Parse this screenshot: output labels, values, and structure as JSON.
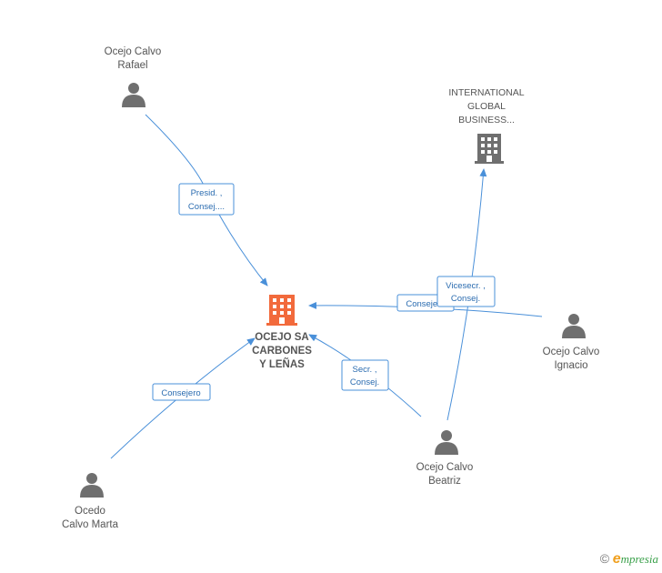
{
  "nodes": {
    "main_company": {
      "lines": [
        "OCEJO SA",
        "CARBONES",
        "Y LEÑAS"
      ],
      "icon": "building-icon",
      "color": "#f26a3c"
    },
    "international": {
      "lines": [
        "INTERNATIONAL",
        "GLOBAL",
        "BUSINESS..."
      ],
      "icon": "building-icon",
      "color": "#6f6f6f"
    },
    "rafael": {
      "lines": [
        "Ocejo Calvo",
        "Rafael"
      ],
      "icon": "person-icon"
    },
    "ignacio": {
      "lines": [
        "Ocejo Calvo",
        "Ignacio"
      ],
      "icon": "person-icon"
    },
    "beatriz": {
      "lines": [
        "Ocejo Calvo",
        "Beatriz"
      ],
      "icon": "person-icon"
    },
    "marta": {
      "lines": [
        "Ocedo",
        "Calvo Marta"
      ],
      "icon": "person-icon"
    }
  },
  "edges": {
    "rafael_main": {
      "lines": [
        "Presid. ,",
        "Consej...."
      ]
    },
    "ignacio_main": {
      "lines": [
        "Consejero"
      ]
    },
    "beatriz_international": {
      "lines": [
        "Vicesecr. ,",
        "Consej."
      ]
    },
    "beatriz_main": {
      "lines": [
        "Secr. ,",
        "Consej."
      ]
    },
    "marta_main": {
      "lines": [
        "Consejero"
      ]
    }
  },
  "footer": {
    "copyright": "©",
    "brand_first": "e",
    "brand_rest": "mpresia"
  },
  "colors": {
    "edge": "#4a90d9",
    "person": "#6f6f6f",
    "main_building": "#f26a3c",
    "building": "#6f6f6f"
  }
}
